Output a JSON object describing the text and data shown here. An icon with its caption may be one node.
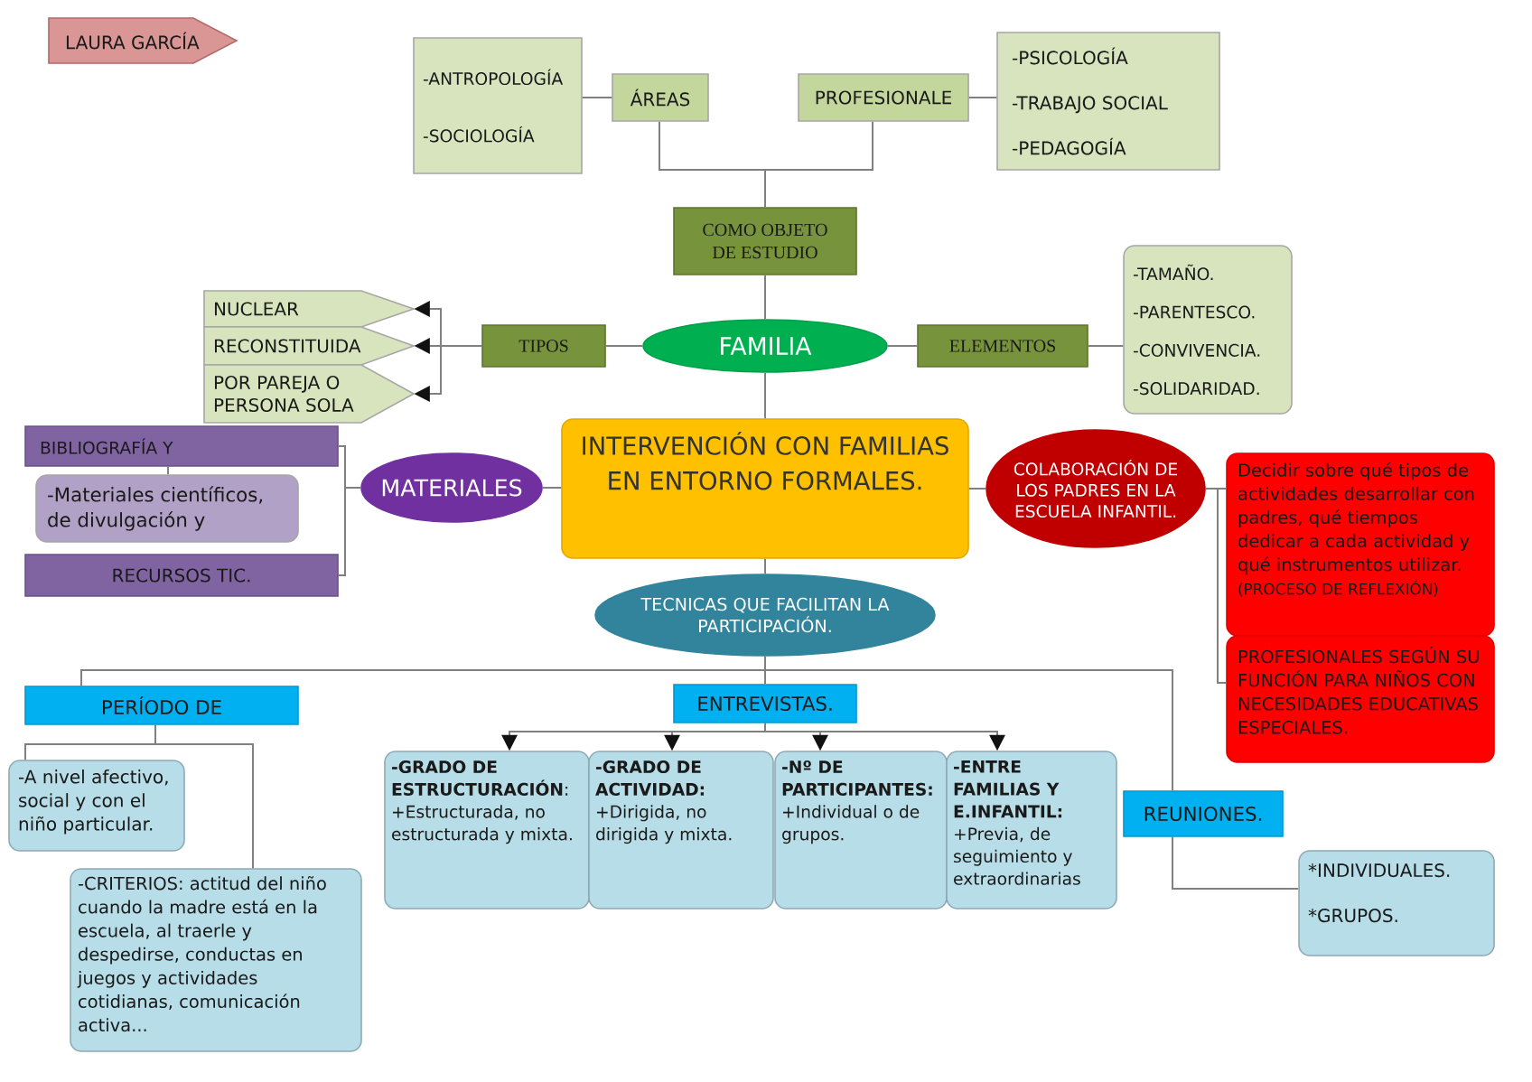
{
  "diagram": {
    "nodes": [
      {
        "text": [
          "LAURA GARCÍA"
        ]
      },
      {
        "text": [
          "-ANTROPOLOGÍA",
          "-SOCIOLOGÍA"
        ]
      },
      {
        "text": [
          "ÁREAS"
        ]
      },
      {
        "text": [
          "PROFESIONALE"
        ]
      },
      {
        "text": [
          "-PSICOLOGÍA",
          "-TRABAJO SOCIAL",
          "-PEDAGOGÍA"
        ]
      },
      {
        "text": [
          "COMO OBJETO DE ESTUDIO"
        ]
      },
      {
        "text": [
          "FAMILIA"
        ]
      },
      {
        "text": [
          "TIPOS"
        ]
      },
      {
        "text": [
          "NUCLEAR"
        ]
      },
      {
        "text": [
          "RECONSTITUIDA"
        ]
      },
      {
        "text": [
          "POR PAREJA O PERSONA SOLA"
        ]
      },
      {
        "text": [
          "ELEMENTOS"
        ]
      },
      {
        "text": [
          "-TAMAÑO.",
          "-PARENTESCO.",
          "-CONVIVENCIA.",
          "-SOLIDARIDAD."
        ]
      },
      {
        "text": [
          "INTERVENCIÓN CON FAMILIAS EN ENTORNO FORMALES."
        ]
      },
      {
        "text": [
          "MATERIALES"
        ]
      },
      {
        "text": [
          "BIBLIOGRAFÍA Y"
        ]
      },
      {
        "text": [
          "-Materiales científicos, de divulgación y"
        ]
      },
      {
        "text": [
          "RECURSOS TIC."
        ]
      },
      {
        "text": [
          "COLABORACIÓN DE LOS PADRES EN LA ESCUELA INFANTIL."
        ]
      },
      {
        "text": [
          "Decidir sobre qué tipos de actividades desarrollar con padres, qué tiempos dedicar a cada actividad y qué instrumentos utilizar.",
          "(PROCESO DE REFLEXIÓN)"
        ]
      },
      {
        "text": [
          "PROFESIONALES SEGÚN SU FUNCIÓN PARA NIÑOS CON NECESIDADES EDUCATIVAS ESPECIALES."
        ]
      },
      {
        "text": [
          "TECNICAS QUE FACILITAN LA PARTICIPACIÓN."
        ]
      },
      {
        "text": [
          "PERÍODO DE"
        ]
      },
      {
        "text": [
          "-A nivel afectivo, social y con el niño particular."
        ]
      },
      {
        "text": [
          "-CRITERIOS: actitud del niño cuando la madre está en la escuela, al traerle y despedirse, conductas en juegos y actividades cotidianas, comunicación activa..."
        ]
      },
      {
        "text": [
          "ENTREVISTAS."
        ]
      },
      {
        "text": [
          "**-GRADO DE ESTRUCTURACIÓN**:",
          "+Estructurada, no estructurada y mixta."
        ]
      },
      {
        "text": [
          "-GRADO DE ACTIVIDAD:",
          "+Dirigida, no dirigida y mixta."
        ]
      },
      {
        "text": [
          "**-Nº DE PARTICIPANTES:** +Individual o de grupos."
        ]
      },
      {
        "text": [
          "-ENTRE FAMILIAS Y E.INFANTIL:",
          "+Previa, de seguimiento y extraordinarias"
        ]
      },
      {
        "text": [
          "REUNIONES."
        ]
      },
      {
        "text": [
          "*INDIVIDUALES.",
          "*GRUPOS."
        ]
      }
    ],
    "edges": [
      {
        "from": 2,
        "to": 1,
        "arrow": "none"
      },
      {
        "from": 3,
        "to": 4,
        "arrow": "none"
      },
      {
        "from": 2,
        "to": 5,
        "arrow": "none"
      },
      {
        "from": 3,
        "to": 5,
        "arrow": "none"
      },
      {
        "from": 5,
        "to": 6,
        "arrow": "none"
      },
      {
        "from": 6,
        "to": 7,
        "arrow": "none"
      },
      {
        "from": 7,
        "to": 8,
        "arrow": "to"
      },
      {
        "from": 7,
        "to": 9,
        "arrow": "to"
      },
      {
        "from": 7,
        "to": 10,
        "arrow": "to"
      },
      {
        "from": 6,
        "to": 11,
        "arrow": "none"
      },
      {
        "from": 11,
        "to": 12,
        "arrow": "none"
      },
      {
        "from": 6,
        "to": 13,
        "arrow": "none"
      },
      {
        "from": 13,
        "to": 14,
        "arrow": "none"
      },
      {
        "from": 14,
        "to": 15,
        "arrow": "none"
      },
      {
        "from": 14,
        "to": 17,
        "arrow": "none"
      },
      {
        "from": 15,
        "to": 16,
        "arrow": "none"
      },
      {
        "from": 13,
        "to": 18,
        "arrow": "none"
      },
      {
        "from": 18,
        "to": 19,
        "arrow": "none"
      },
      {
        "from": 18,
        "to": 20,
        "arrow": "none"
      },
      {
        "from": 13,
        "to": 21,
        "arrow": "none"
      },
      {
        "from": 21,
        "to": 22,
        "arrow": "none"
      },
      {
        "from": 21,
        "to": 25,
        "arrow": "none"
      },
      {
        "from": 21,
        "to": 30,
        "arrow": "none"
      },
      {
        "from": 30,
        "to": 31,
        "arrow": "none"
      },
      {
        "from": 22,
        "to": 23,
        "arrow": "none"
      },
      {
        "from": 22,
        "to": 24,
        "arrow": "none"
      },
      {
        "from": 25,
        "to": 26,
        "arrow": "to"
      },
      {
        "from": 25,
        "to": 27,
        "arrow": "to"
      },
      {
        "from": 25,
        "to": 28,
        "arrow": "to"
      },
      {
        "from": 25,
        "to": 29,
        "arrow": "to"
      }
    ]
  }
}
